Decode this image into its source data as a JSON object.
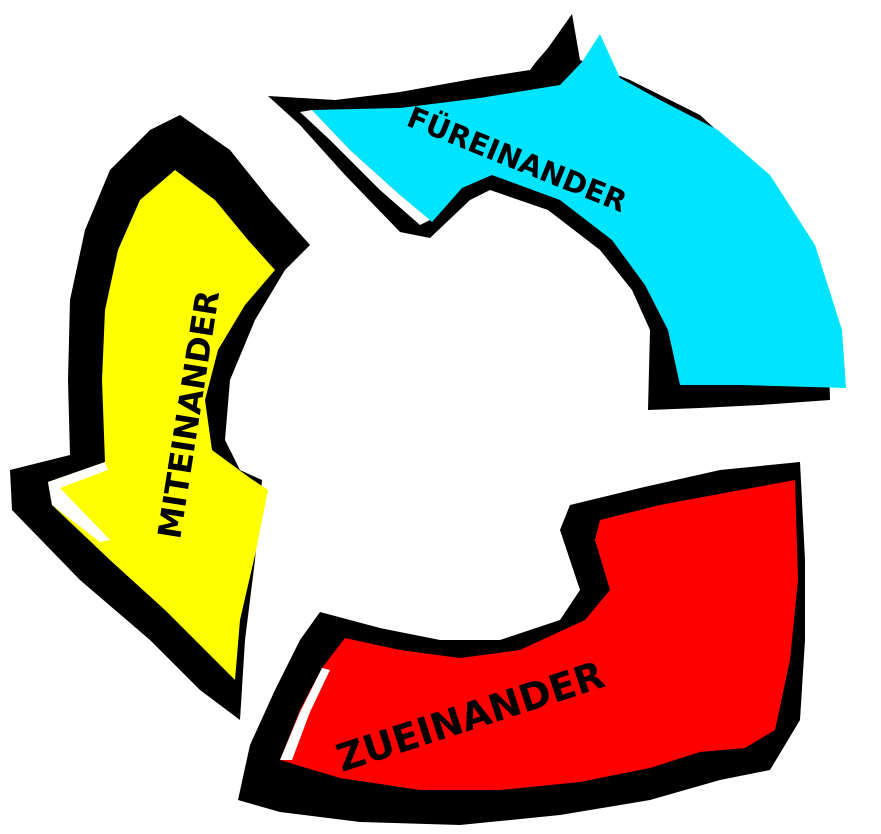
{
  "diagram": {
    "type": "cycle",
    "arrows": [
      {
        "label": "FÜREINANDER",
        "color": "#00e5ff"
      },
      {
        "label": "ZUEINANDER",
        "color": "#ff0000"
      },
      {
        "label": "MITEINANDER",
        "color": "#ffff00"
      }
    ]
  }
}
